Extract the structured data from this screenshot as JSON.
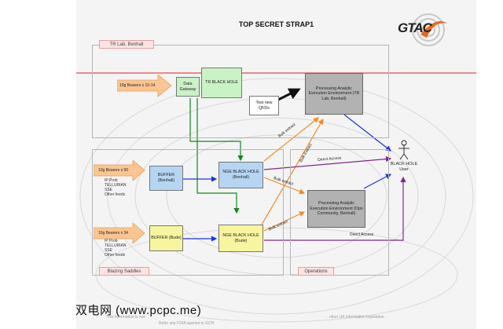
{
  "title": "TOP SECRET STRAP1",
  "logo": {
    "text": "GTAC"
  },
  "sections": {
    "tr_lab": "TR Lab, Benhall",
    "blazing_saddles": "Blazing Saddles",
    "operations": "Operations"
  },
  "inputs": {
    "tr_bearers": "10g Bearers x 10-14",
    "benhall_bearers": "10g Bearers x 50",
    "bude_bearers": "10g Bearers x 34"
  },
  "feeds_benhall": [
    "IP Prob",
    "TELLURIAN",
    "SSE",
    "Other feeds"
  ],
  "feeds_bude": [
    "IP Prob",
    "TELLURIAN",
    "SSE",
    "Other feeds"
  ],
  "boxes": {
    "data_gateway": "Data Gateway",
    "tr_black_hole": "TR BLACK HOLE",
    "buffer_benhall": "BUFFER (Benhall)",
    "buffer_bude": "BUFFER (Bude)",
    "nge_benhall": "NGE BLACK HOLE (Benhall)",
    "nge_bude": "NGE BLACK HOLE (Bude)",
    "pae_tr": "Processing Analytic Execution Environment (TR Lab, Benhall)",
    "pae_ops": "Processing Analytic Execution Environment (Ops Community, Benhall)",
    "test_qfds": "Test new QFDs"
  },
  "user": "BLACK HOLE User",
  "edge_labels": {
    "bulk_extract_1": "Bulk extract",
    "bulk_extract_2": "Bulk Extract",
    "bulk_extract_3": "Bulk extract",
    "bulk_extract_4": "Bulk extract",
    "direct_access_1": "Direct Access",
    "direct_access_2": "Direct Access"
  },
  "footer": {
    "line1": "This information is exe",
    "line1_right": "other UK information legislation",
    "line2": "Refer any FOIA queries to GCH"
  },
  "watermark": "双电网 (www.pcpc.me)",
  "colors": {
    "green_arrow": "#0d8a1e",
    "blue_arrow": "#1c34e0",
    "orange_arrow": "#f28a2a",
    "purple_arrow": "#7a2a8c",
    "red_line": "#e34848",
    "bearer_fill": "#fbc591"
  }
}
